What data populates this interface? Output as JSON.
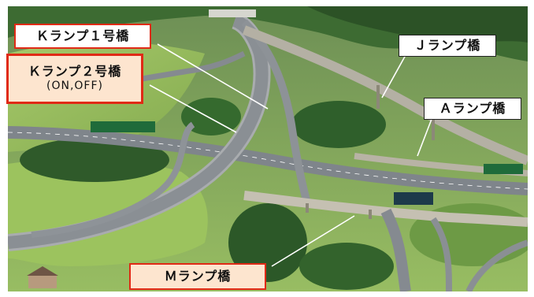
{
  "labels": {
    "k_ramp_1": "Ｋランプ１号橋",
    "k_ramp_2_line1": "Ｋランプ２号橋",
    "k_ramp_2_line2": "(ON,OFF)",
    "j_ramp": "Ｊランプ橋",
    "a_ramp": "Ａランプ橋",
    "m_ramp": "Ｍランプ橋"
  },
  "colors": {
    "accent_border": "#e02a16",
    "label_fill_orange": "#fde5cf",
    "label_fill_white": "#ffffff",
    "leader_line": "#ffffff",
    "road_surface": "#8a8f94",
    "grass": "#8db85a",
    "forest": "#2f5a2a",
    "bridge_deck": "#b9b3a6"
  }
}
